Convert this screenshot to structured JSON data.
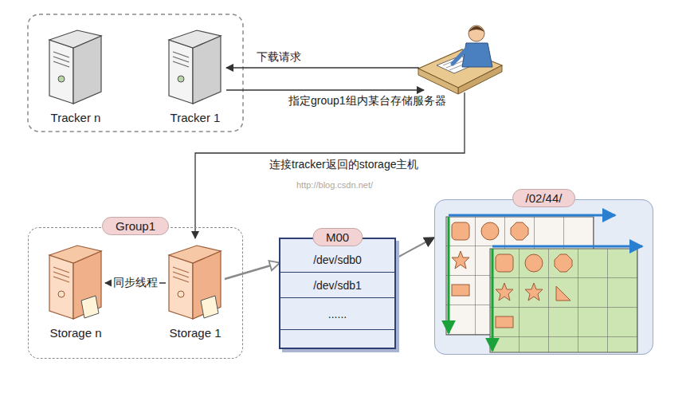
{
  "diagram": {
    "nodes": [
      {
        "text": [
          "Tracker n"
        ]
      },
      {
        "text": [
          "Tracker 1"
        ]
      },
      {
        "text": [
          "Group1"
        ]
      },
      {
        "text": [
          "Storage n"
        ],
        "in": 2
      },
      {
        "text": [
          "Storage 1"
        ],
        "in": 2
      },
      {
        "text": [
          "M00"
        ]
      },
      {
        "text": [
          "/dev/sdb0"
        ],
        "in": 5
      },
      {
        "text": [
          "/dev/sdb1"
        ],
        "in": 5
      },
      {
        "text": [
          "......"
        ],
        "in": 5
      },
      {
        "text": [
          "/02/44/"
        ]
      }
    ],
    "edges": [
      {
        "from": 4,
        "to": 3,
        "label": "同步线程",
        "arrow": "to"
      },
      {
        "from": 4,
        "to": 5,
        "arrow": "to"
      },
      {
        "from": 6,
        "to": 9,
        "arrow": "to"
      }
    ],
    "labels": [
      "下载请求",
      "指定group1组内某台存储服务器",
      "连接tracker返回的storage主机",
      "http://blog.csdn.net/"
    ]
  }
}
